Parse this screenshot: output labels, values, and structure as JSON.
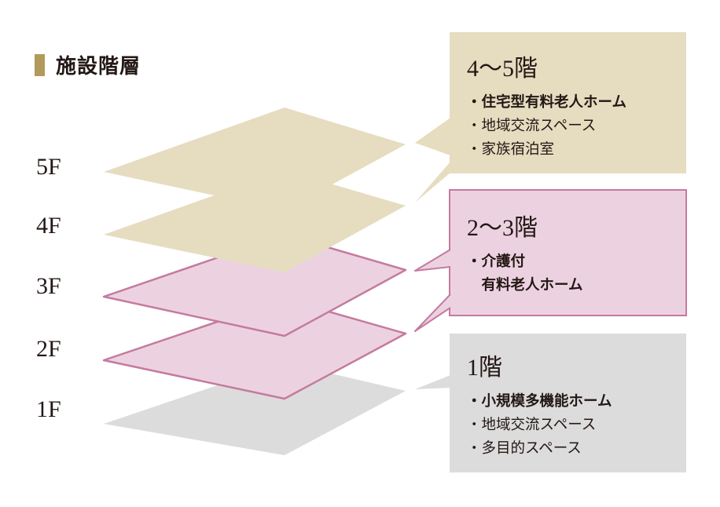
{
  "title": "施設階層",
  "floors": [
    "5F",
    "4F",
    "3F",
    "2F",
    "1F"
  ],
  "callouts": [
    {
      "heading": "4～5階",
      "items": [
        {
          "text": "・住宅型有料老人ホーム",
          "bold": true
        },
        {
          "text": "・地域交流スペース",
          "bold": false
        },
        {
          "text": "・家族宿泊室",
          "bold": false
        }
      ]
    },
    {
      "heading": "2～3階",
      "items": [
        {
          "text": "・介護付",
          "bold": true
        },
        {
          "text": "　有料老人ホーム",
          "bold": true
        }
      ]
    },
    {
      "heading": "1階",
      "items": [
        {
          "text": "・小規模多機能ホーム",
          "bold": true
        },
        {
          "text": "・地域交流スペース",
          "bold": false
        },
        {
          "text": "・多目的スペース",
          "bold": false
        }
      ]
    }
  ],
  "colors": {
    "tan": "#e6dcc0",
    "pink": "#ecd2e0",
    "pink_border": "#c57a9e",
    "gray": "#dcdcdc",
    "accent": "#b29a5a"
  }
}
